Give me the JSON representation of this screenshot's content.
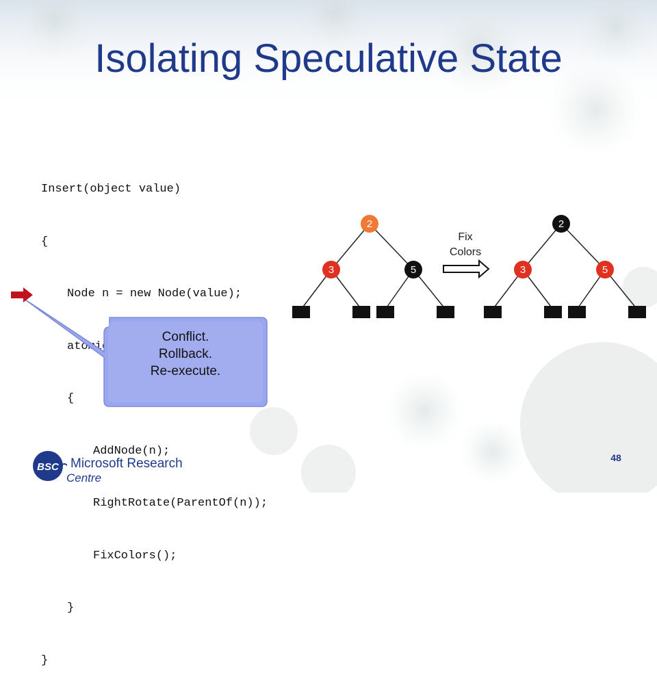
{
  "slide": {
    "title": "Isolating Speculative State",
    "page_number": "48"
  },
  "code": {
    "lines": [
      "Insert(object value)",
      "{",
      "Node n = new Node(value);",
      "atomic",
      "{",
      "AddNode(n);",
      "RightRotate(ParentOf(n));",
      "FixColors();",
      "}",
      "}"
    ]
  },
  "callout": {
    "lines": [
      "Conflict.",
      "Rollback.",
      "Re-execute."
    ]
  },
  "diagram": {
    "before_tree": {
      "root": "2",
      "left": "3",
      "right": "5"
    },
    "after_tree": {
      "root": "2",
      "left": "3",
      "right": "5"
    },
    "arrow_label_line1": "Fix",
    "arrow_label_line2": "Colors"
  },
  "logo": {
    "badge": "BSC",
    "line1": "Microsoft Research",
    "line2": "Centre"
  },
  "colors": {
    "title": "#1f3a8a",
    "red_node": "#e03020",
    "black_node": "#111111",
    "orange_node": "#f07a35",
    "callout_fill": "#9aa6ee",
    "pointer_arrow": "#c0141c"
  }
}
